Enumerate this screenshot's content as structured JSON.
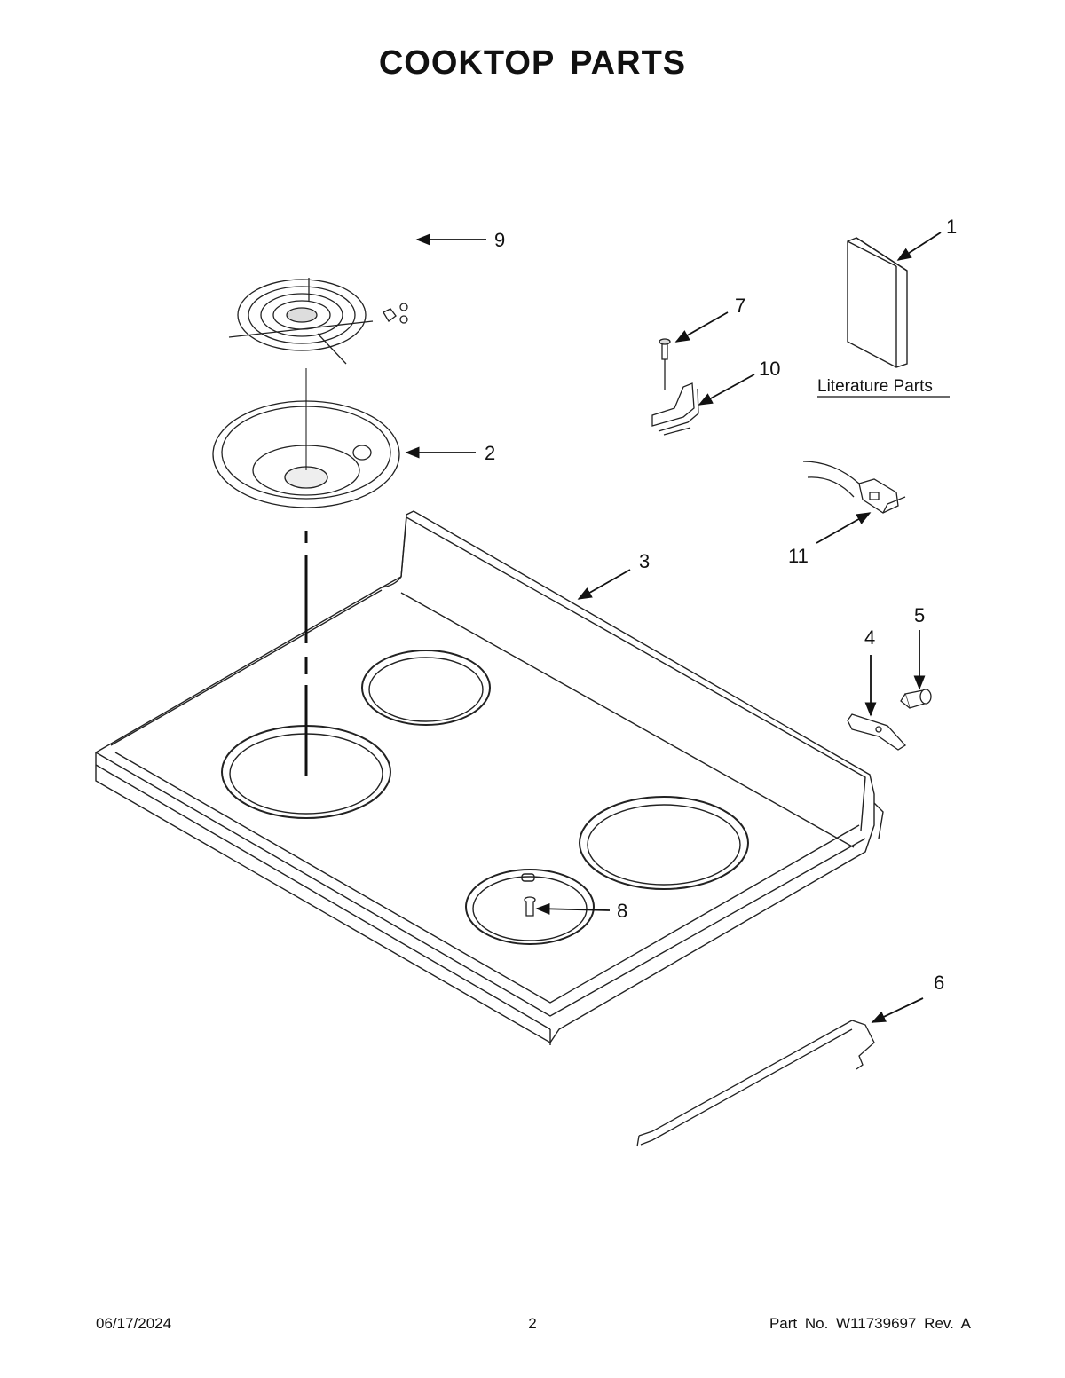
{
  "page": {
    "title": "COOKTOP PARTS"
  },
  "callouts": [
    {
      "id": "1",
      "label": "1"
    },
    {
      "id": "2",
      "label": "2"
    },
    {
      "id": "3",
      "label": "3"
    },
    {
      "id": "4",
      "label": "4"
    },
    {
      "id": "5",
      "label": "5"
    },
    {
      "id": "6",
      "label": "6"
    },
    {
      "id": "7",
      "label": "7"
    },
    {
      "id": "8",
      "label": "8"
    },
    {
      "id": "9",
      "label": "9"
    },
    {
      "id": "10",
      "label": "10"
    },
    {
      "id": "11",
      "label": "11"
    }
  ],
  "literature": {
    "label": "Literature Parts"
  },
  "footer": {
    "date": "06/17/2024",
    "page_number": "2",
    "part_number": "Part No.  W11739697  Rev.  A"
  }
}
